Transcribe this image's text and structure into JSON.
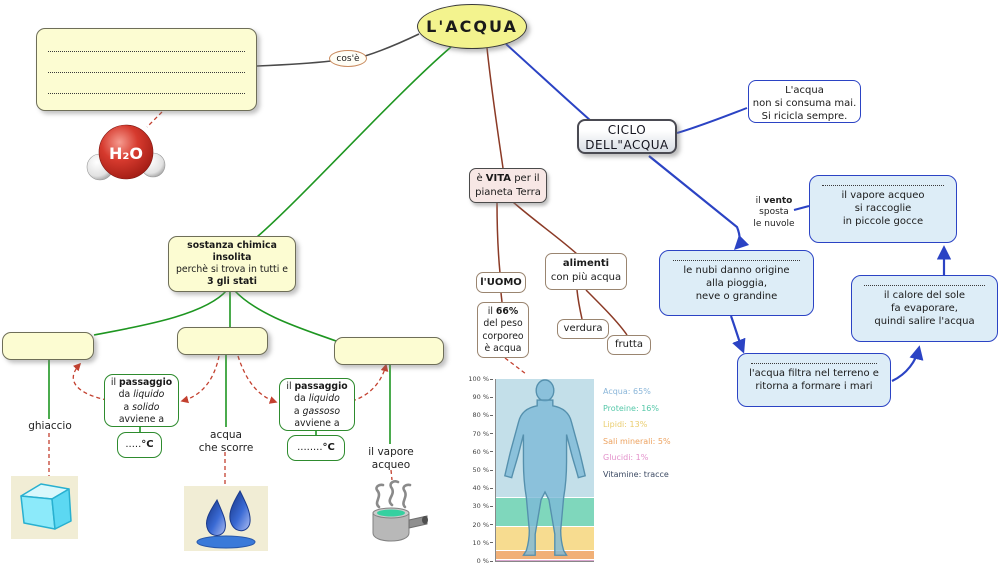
{
  "colors": {
    "green": "#1e9621",
    "blue": "#2b43c4",
    "red": "#c3402f",
    "brown": "#8b3a26",
    "gray": "#4a4a4a"
  },
  "root": {
    "title": "L'ACQUA",
    "question_label": "cos'è",
    "h2o": "H₂O"
  },
  "ciclo": {
    "line1": "CICLO",
    "line2": "DELL\"ACQUA"
  },
  "ricicla_box": {
    "l1": "L'acqua",
    "l2": "non si consuma mai.",
    "l3": "Si ricicla sempre."
  },
  "vita_box": {
    "l1a": "è ",
    "l1b": "VITA",
    "l1c": " per il",
    "l2": "pianeta Terra"
  },
  "sostanza_box": {
    "l1": "sostanza chimica",
    "l2": "insolita",
    "l3": "perchè si trova in tutti e",
    "l4": "3 gli stati"
  },
  "states": {
    "solid_label": "ghiaccio",
    "liquid_label_1": "acqua",
    "liquid_label_2": "che scorre",
    "gas_label_1": "il vapore",
    "gas_label_2": "acqueo"
  },
  "passaggio_solido": {
    "l1a": "il ",
    "l1b": "passaggio",
    "l2a": "da ",
    "l2b": "liquido",
    "l3a": "a ",
    "l3b": "solido",
    "l4": "avviene a",
    "celsius_dots": ".....",
    "celsius_unit": "°C"
  },
  "passaggio_gassoso": {
    "l1a": "il ",
    "l1b": "passaggio",
    "l2a": "da ",
    "l2b": "liquido",
    "l3a": "a ",
    "l3b": "gassoso",
    "l4": "avviene a",
    "celsius_dots": "........",
    "celsius_unit": "°C"
  },
  "uomo": {
    "label": "l'UOMO",
    "pct_a": "il ",
    "pct_b": "66%",
    "l2": "del peso",
    "l3": "corporeo",
    "l4": "è acqua"
  },
  "alimenti": {
    "l1": "alimenti",
    "l2": "con più acqua",
    "item1": "verdura",
    "item2": "frutta"
  },
  "vento": {
    "l1a": "il ",
    "l1b": "vento",
    "l2": "sposta",
    "l3": "le nuvole"
  },
  "cycle": {
    "vapore": [
      "il vapore acqueo",
      "si raccoglie",
      "in piccole gocce"
    ],
    "nubi": [
      "le nubi danno origine",
      "alla pioggia,",
      "neve o grandine"
    ],
    "calore": [
      "il calore del sole",
      "fa evaporare,",
      "quindi salire l'acqua"
    ],
    "filtra": [
      "l'acqua filtra nel terreno e",
      "ritorna a formare i mari"
    ]
  },
  "chart_data": {
    "type": "stacked-bar",
    "ylim": [
      0,
      100
    ],
    "yticks": [
      "100 %",
      "90 %",
      "80 %",
      "70 %",
      "60 %",
      "50 %",
      "40 %",
      "30 %",
      "20 %",
      "10 %",
      "0 %"
    ],
    "series": [
      {
        "name": "Acqua",
        "value": 65,
        "band_color": "#c3dfe9",
        "legend_color": "#8ab6d9",
        "label": "Acqua: 65%"
      },
      {
        "name": "Proteine",
        "value": 16,
        "band_color": "#7fd7bc",
        "legend_color": "#56c8a9",
        "label": "Proteine: 16%"
      },
      {
        "name": "Lipidi",
        "value": 13,
        "band_color": "#f7dc90",
        "legend_color": "#eacd6e",
        "label": "Lipidi: 13%"
      },
      {
        "name": "Sali minerali",
        "value": 5,
        "band_color": "#f1b077",
        "legend_color": "#eda361",
        "label": "Sali minerali: 5%"
      },
      {
        "name": "Glucidi",
        "value": 1,
        "band_color": "#d9a6cf",
        "legend_color": "#e391cb",
        "label": "Glucidi: 1%"
      }
    ],
    "extra_legend": [
      {
        "label": "Vitamine: tracce",
        "legend_color": "#3c4a63"
      }
    ]
  }
}
